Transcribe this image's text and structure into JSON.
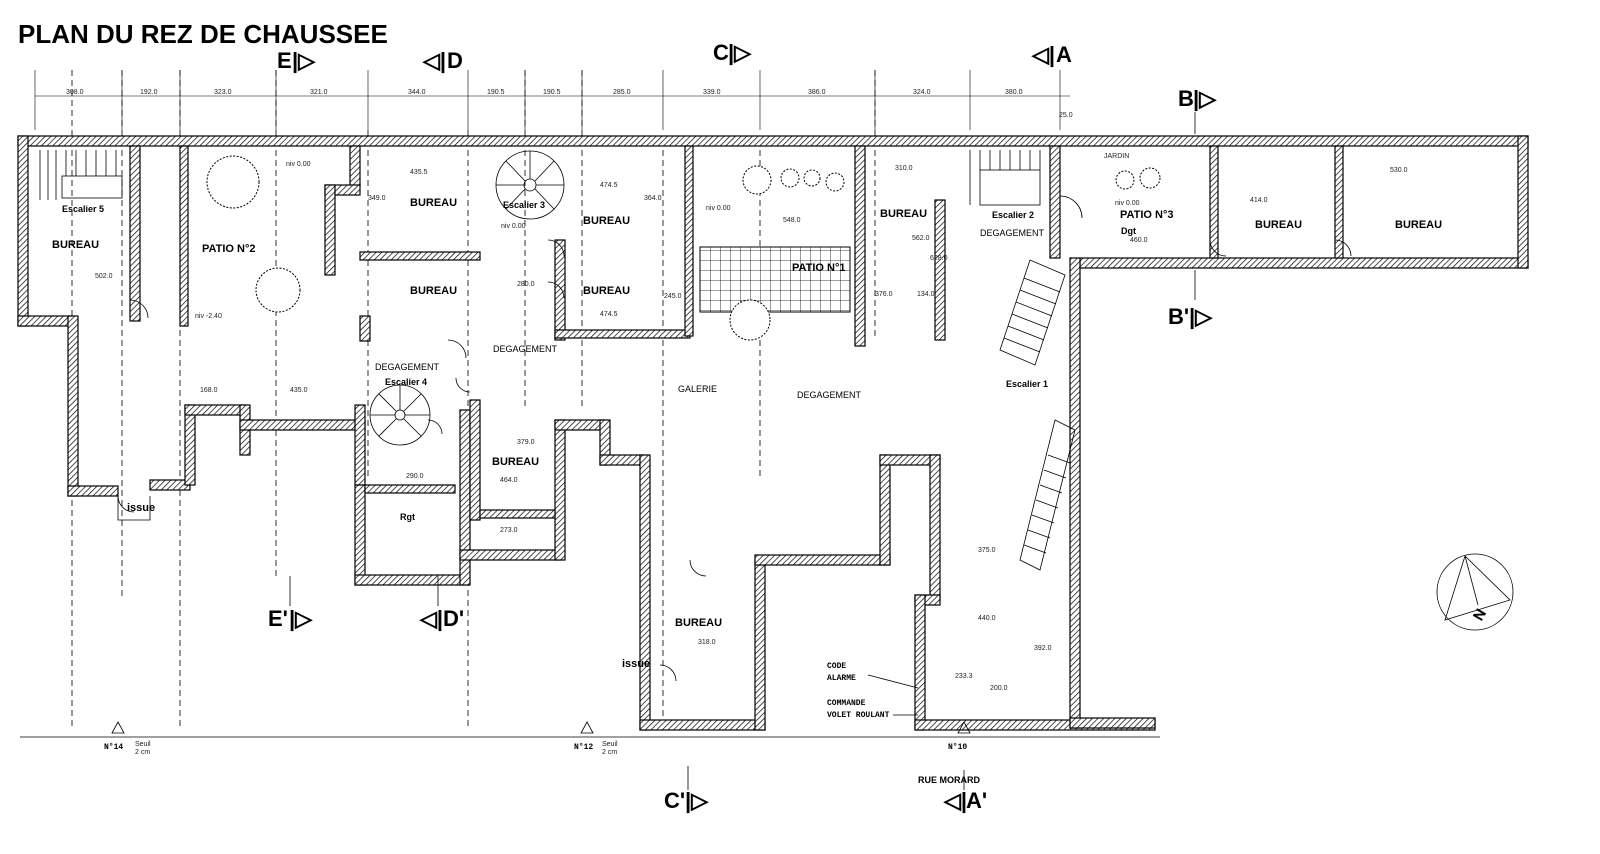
{
  "title": "PLAN DU REZ DE CHAUSSEE",
  "sections": {
    "E_top": "E",
    "E_bottom": "E'",
    "D_top": "D",
    "D_bottom": "D'",
    "C_top": "C",
    "C_bottom": "C'",
    "A_top": "A",
    "A_bottom": "A'",
    "B_top": "B",
    "B_bottom": "B'"
  },
  "top_dimensions": [
    "308.0",
    "192.0",
    "323.0",
    "321.0",
    "344.0",
    "190.5",
    "190.5",
    "285.0",
    "339.0",
    "386.0",
    "324.0",
    "380.0",
    "25.0"
  ],
  "rooms": {
    "escalier5": "Escalier 5",
    "bureau_left": "BUREAU",
    "patio2": "PATIO N°2",
    "bureau_a": "BUREAU",
    "bureau_b": "BUREAU",
    "escalier3": "Escalier 3",
    "bureau_c": "BUREAU",
    "bureau_d": "BUREAU",
    "patio1": "PATIO N°1",
    "bureau_e": "BUREAU",
    "escalier2": "Escalier 2",
    "degagement_a": "DEGAGEMENT",
    "patio3": "PATIO N°3",
    "bureau_f": "BUREAU",
    "bureau_g": "BUREAU",
    "degagement_b": "DEGAGEMENT",
    "degagement_c": "DEGAGEMENT",
    "escalier4": "Escalier 4",
    "degagement_d": "DEGAGEMENT",
    "galerie": "GALERIE",
    "escalier1": "Escalier 1",
    "bureau_h": "BUREAU",
    "bureau_i": "BUREAU",
    "issue_left": "issue",
    "issue_mid": "issue",
    "rgt": "Rgt",
    "dgt": "Dgt",
    "jardin": "JARDIN"
  },
  "levels": {
    "patio2_top": "niv 0.00",
    "patio2_bottom": "niv -2.40",
    "escalier3": "niv 0.00",
    "patio1": "niv 0.00",
    "patio3": "niv 0.00"
  },
  "room_dimensions": [
    "435.5",
    "474.5",
    "474.5",
    "502.0",
    "168.0",
    "435.0",
    "280.0",
    "379.0",
    "464.0",
    "273.0",
    "290.0",
    "318.0",
    "376.0",
    "134.0",
    "310.0",
    "562.0",
    "628.0",
    "414.0",
    "530.0",
    "460.0",
    "375.0",
    "440.0",
    "233.3",
    "392.0",
    "200.0",
    "548.0",
    "245.0",
    "349.0",
    "364.0"
  ],
  "annotations": {
    "code_alarme_1": "CODE",
    "code_alarme_2": "ALARME",
    "commande_1": "COMMANDE",
    "commande_2": "VOLET ROULANT",
    "street": "RUE MORARD",
    "n14": "N°14",
    "n12": "N°12",
    "n10": "N°10",
    "seuil": "Seuil",
    "seuil_cm": "2 cm"
  }
}
